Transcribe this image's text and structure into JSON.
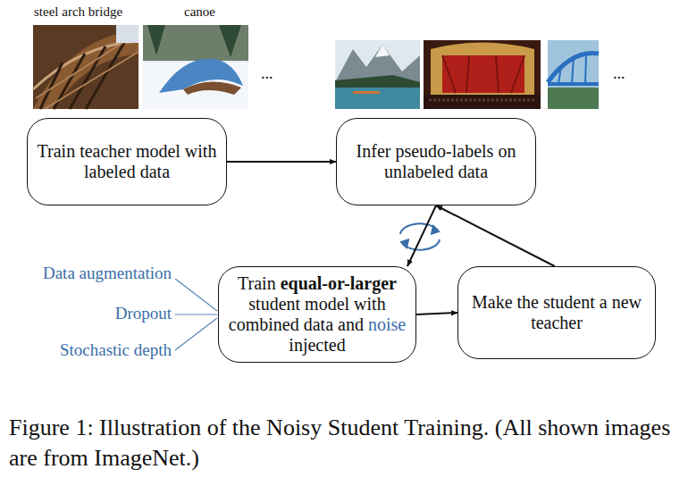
{
  "diagram": {
    "caption": "Figure 1: Illustration of the Noisy Student Training. (All shown images are from ImageNet.)",
    "nodes": [
      {
        "text": [
          "Train teacher model with labeled data"
        ]
      },
      {
        "text": [
          "Infer pseudo-labels on unlabeled data"
        ]
      },
      {
        "text": [
          "Train equal-or-larger student model with combined data and noise injected"
        ]
      },
      {
        "text": [
          "Make the student a new teacher"
        ]
      }
    ],
    "edges": [
      {
        "from": 0,
        "to": 1,
        "arrow": "to"
      },
      {
        "from": 1,
        "to": 2,
        "arrow": "to"
      },
      {
        "from": 2,
        "to": 3,
        "arrow": "to"
      },
      {
        "from": 3,
        "to": 1,
        "arrow": "to"
      }
    ],
    "labels": [
      "steel arch bridge",
      "canoe",
      "...",
      "...",
      "Data augmentation",
      "Dropout",
      "Stochastic depth"
    ]
  }
}
